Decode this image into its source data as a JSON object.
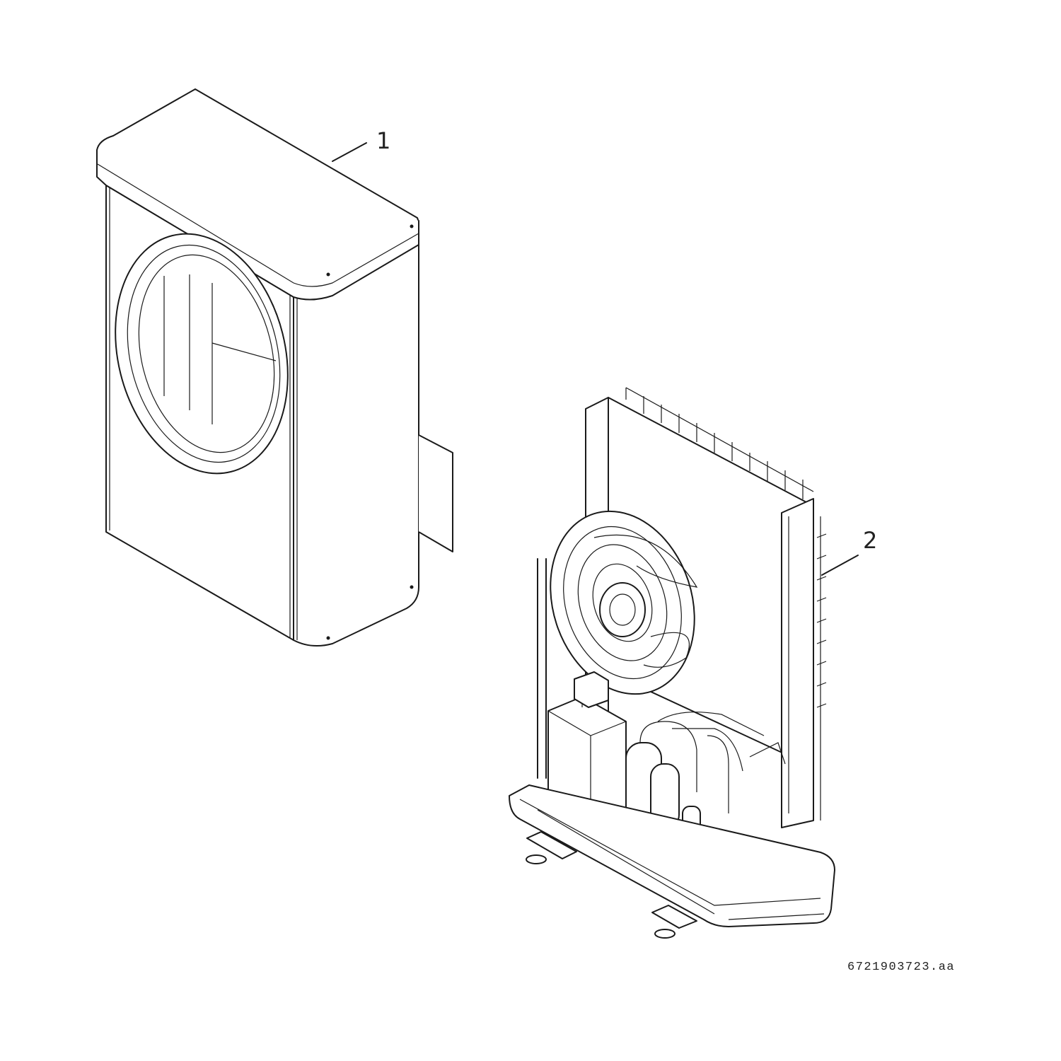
{
  "callouts": [
    {
      "number": "1"
    },
    {
      "number": "2"
    }
  ],
  "document_id": "6721903723.aa",
  "colors": {
    "line": "#1a1a1a",
    "background": "#ffffff"
  }
}
